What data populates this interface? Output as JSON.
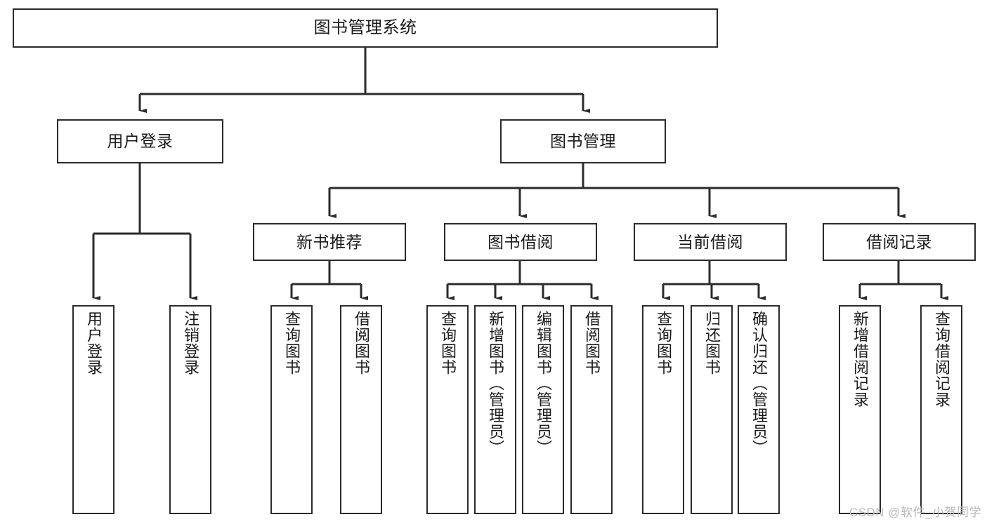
{
  "diagram": {
    "type": "tree",
    "title": "图书管理系统",
    "orientation": "top-down",
    "colors": {
      "node_border": "#2b2b2b",
      "node_fill": "#ffffff",
      "connector": "#2b2b2b",
      "text": "#1a1a1a",
      "watermark": "#b9b9b9",
      "background": "#ffffff"
    }
  },
  "root": {
    "label": "图书管理系统"
  },
  "level2": [
    {
      "label": "用户登录"
    },
    {
      "label": "图书管理"
    }
  ],
  "level3": [
    {
      "label": "新书推荐"
    },
    {
      "label": "图书借阅"
    },
    {
      "label": "当前借阅"
    },
    {
      "label": "借阅记录"
    }
  ],
  "leaves": {
    "user_login": [
      {
        "label": "用户登录"
      },
      {
        "label": "注销登录"
      }
    ],
    "new_book": [
      {
        "label": "查询图书"
      },
      {
        "label": "借阅图书"
      }
    ],
    "book_borrow": [
      {
        "label": "查询图书"
      },
      {
        "label": "新增图书（管理员）"
      },
      {
        "label": "编辑图书（管理员）"
      },
      {
        "label": "借阅图书"
      }
    ],
    "current_borrow": [
      {
        "label": "查询图书"
      },
      {
        "label": "归还图书"
      },
      {
        "label": "确认归还（管理员）"
      }
    ],
    "borrow_record": [
      {
        "label": "新增借阅记录"
      },
      {
        "label": "查询借阅记录"
      }
    ]
  },
  "watermark": {
    "text": "CSDN @软件_小贺同学"
  }
}
